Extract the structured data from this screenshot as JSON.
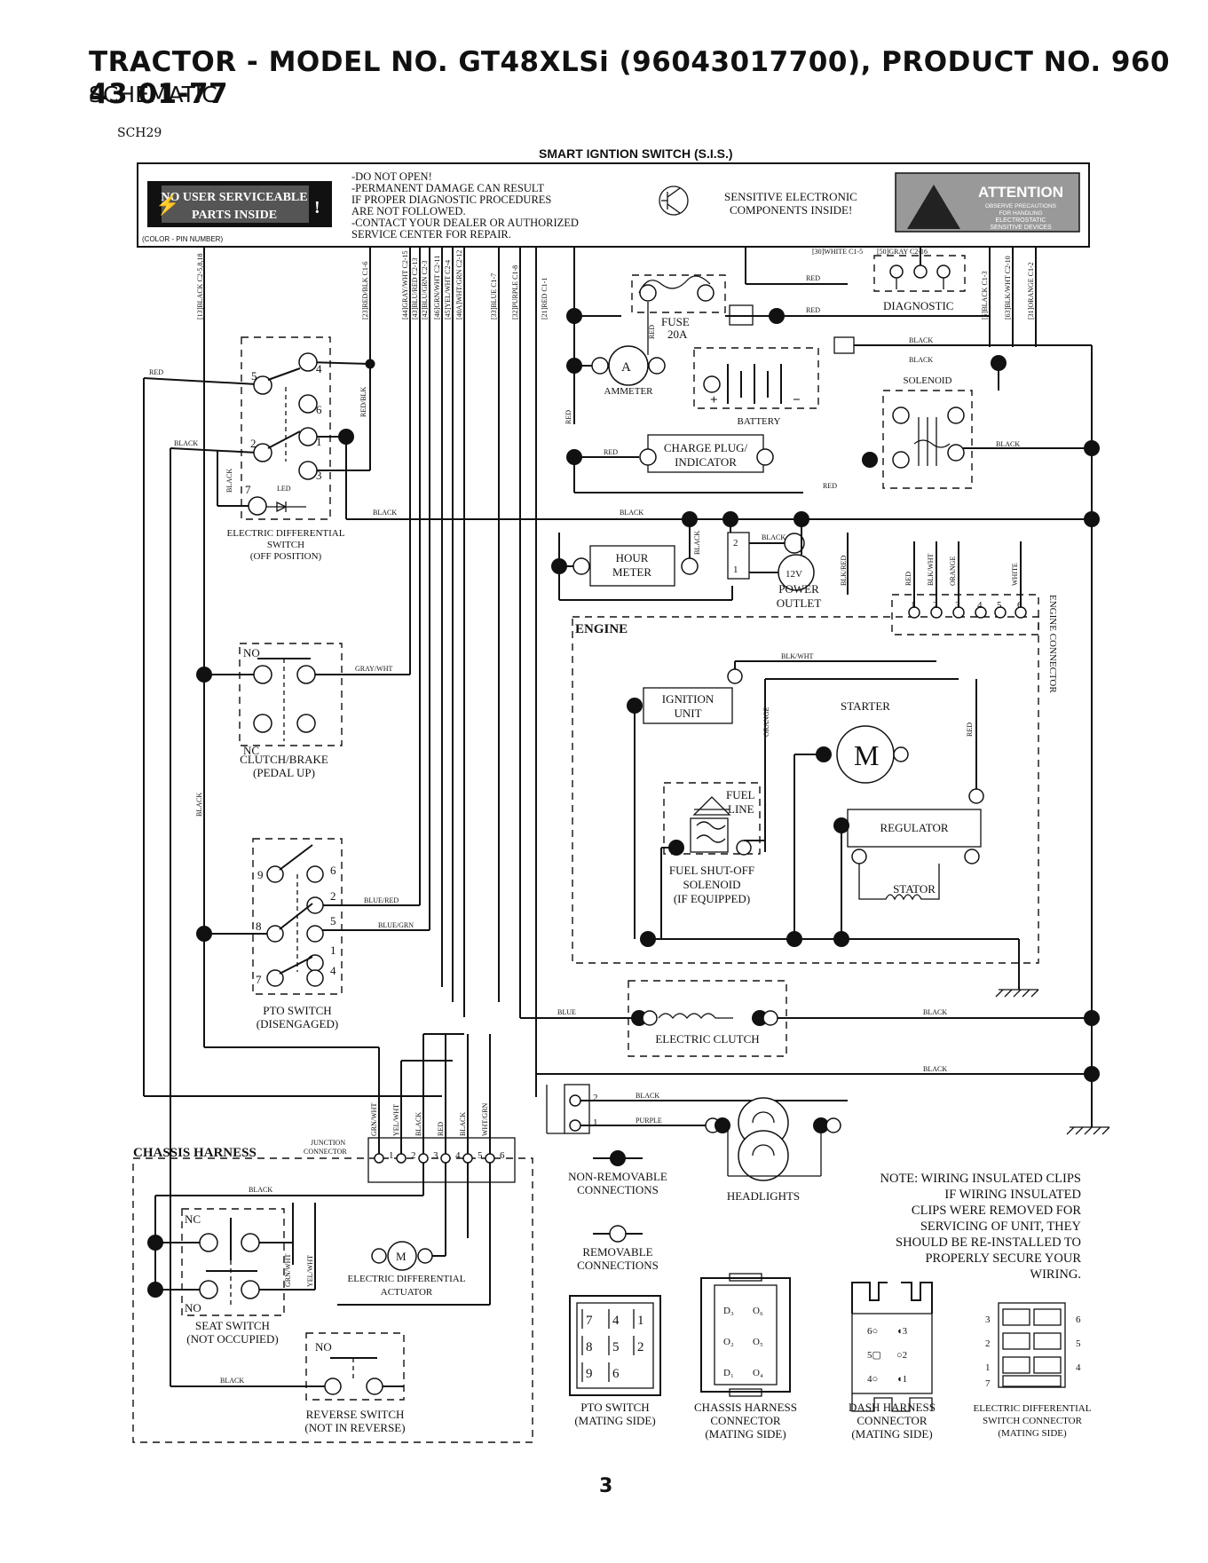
{
  "header": {
    "title": "TRACTOR - MODEL NO. GT48XLSi (96043017700), PRODUCT NO. 960 43 01-77",
    "subtitle": "SCHEMATIC",
    "code": "SCH29",
    "page_number": "3"
  },
  "sis": {
    "title": "SMART IGNTION SWITCH (S.I.S.)",
    "badge_line1": "NO USER SERVICEABLE",
    "badge_line2": "PARTS INSIDE",
    "warning_lines": [
      "-DO NOT OPEN!",
      "-PERMANENT DAMAGE CAN RESULT",
      " IF PROPER DIAGNOSTIC PROCEDURES",
      " ARE NOT FOLLOWED.",
      "-CONTACT YOUR DEALER OR AUTHORIZED",
      " SERVICE CENTER FOR REPAIR."
    ],
    "sensitive_lines": [
      "SENSITIVE ELECTRONIC",
      "COMPONENTS INSIDE!"
    ],
    "attention_title": "ATTENTION",
    "attention_lines": [
      "OBSERVE PRECAUTIONS",
      "FOR HANDLING",
      "ELECTROSTATIC",
      "SENSITIVE DEVICES"
    ],
    "color_pin_note": "(COLOR - PIN NUMBER)",
    "white_pin": "[30]WHITE C1-5",
    "gray_pin": "[50]GRAY C2-16"
  },
  "pins": [
    "[13]BLACK C2-5,8,18",
    "[23]RED/BLK C1-6",
    "[44]GRAY/WHT C2-15",
    "[43]BLU/RED C2-13",
    "[42]BLU/GRN C2-3",
    "[46]GRN/WHT C2-11",
    "[45]YEL/WHT C2-4",
    "[40A]WHT/GRN C2-12",
    "[33]BLUE C1-7",
    "[32]PURPLE C1-8",
    "[21]RED C1-1",
    "[5]BLACK C1-3",
    "[63]BLK/WHT C2-10",
    "[31]ORANGE C1-2"
  ],
  "components": {
    "fuse": "FUSE",
    "fuse_rating": "20A",
    "ammeter": "AMMETER",
    "ammeter_symbol": "A",
    "battery": "BATTERY",
    "diagnostic": "DIAGNOSTIC",
    "solenoid": "SOLENOID",
    "charge_plug_1": "CHARGE PLUG/",
    "charge_plug_2": "INDICATOR",
    "hour_meter_1": "HOUR",
    "hour_meter_2": "METER",
    "power_outlet_1": "POWER",
    "power_outlet_2": "OUTLET",
    "power_symbol": "12V",
    "engine": "ENGINE",
    "engine_connector": "ENGINE CONNECTOR",
    "ignition_1": "IGNITION",
    "ignition_2": "UNIT",
    "starter": "STARTER",
    "motor_symbol": "M",
    "fuel_line_1": "FUEL",
    "fuel_line_2": "LINE",
    "fuel_solenoid_1": "FUEL SHUT-OFF",
    "fuel_solenoid_2": "SOLENOID",
    "fuel_solenoid_3": "(IF EQUIPPED)",
    "regulator": "REGULATOR",
    "stator": "STATOR",
    "electric_clutch": "ELECTRIC CLUTCH",
    "headlights": "HEADLIGHTS",
    "diff_switch_1": "ELECTRIC DIFFERENTIAL",
    "diff_switch_2": "SWITCH",
    "diff_switch_3": "(OFF POSITION)",
    "led": "LED",
    "clutch_1": "CLUTCH/BRAKE",
    "clutch_2": "(PEDAL UP)",
    "pto_1": "PTO SWITCH",
    "pto_2": "(DISENGAGED)",
    "chassis_harness": "CHASSIS HARNESS",
    "junction_1": "JUNCTION",
    "junction_2": "CONNECTOR",
    "seat_1": "SEAT SWITCH",
    "seat_2": "(NOT OCCUPIED)",
    "actuator_1": "ELECTRIC DIFFERENTIAL",
    "actuator_2": "ACTUATOR",
    "reverse_1": "REVERSE SWITCH",
    "reverse_2": "(NOT IN REVERSE)",
    "no": "NO",
    "nc": "NC"
  },
  "wire_labels": {
    "red": "RED",
    "black": "BLACK",
    "blue": "BLUE",
    "purple": "PURPLE",
    "orange": "ORANGE",
    "white": "WHITE",
    "gray_wht": "GRAY/WHT",
    "blu_red": "BLUE/RED",
    "blu_grn": "BLUE/GRN",
    "red_blk": "RED/BLK",
    "blk_wht": "BLK/WHT",
    "blk_red": "BLK/RED",
    "grn_wht": "GRN/WHT",
    "yel_wht": "YEL/WHT",
    "wht_grn": "WHT/GRN"
  },
  "legend": {
    "non_removable_1": "NON-REMOVABLE",
    "non_removable_2": "CONNECTIONS",
    "removable_1": "REMOVABLE",
    "removable_2": "CONNECTIONS",
    "note_lines": [
      "NOTE: WIRING INSULATED CLIPS",
      "IF WIRING INSULATED",
      "CLIPS WERE REMOVED FOR",
      "SERVICING OF UNIT, THEY",
      "SHOULD BE RE-INSTALLED TO",
      "PROPERLY SECURE YOUR",
      "WIRING."
    ]
  },
  "connectors": {
    "pto_1": "PTO SWITCH",
    "pto_2": "(MATING SIDE)",
    "chassis_1": "CHASSIS HARNESS",
    "chassis_2": "CONNECTOR",
    "chassis_3": "(MATING SIDE)",
    "dash_1": "DASH HARNESS",
    "dash_2": "CONNECTOR",
    "dash_3": "(MATING SIDE)",
    "diff_1": "ELECTRIC DIFFERENTIAL",
    "diff_2": "SWITCH CONNECTOR",
    "diff_3": "(MATING SIDE)"
  }
}
